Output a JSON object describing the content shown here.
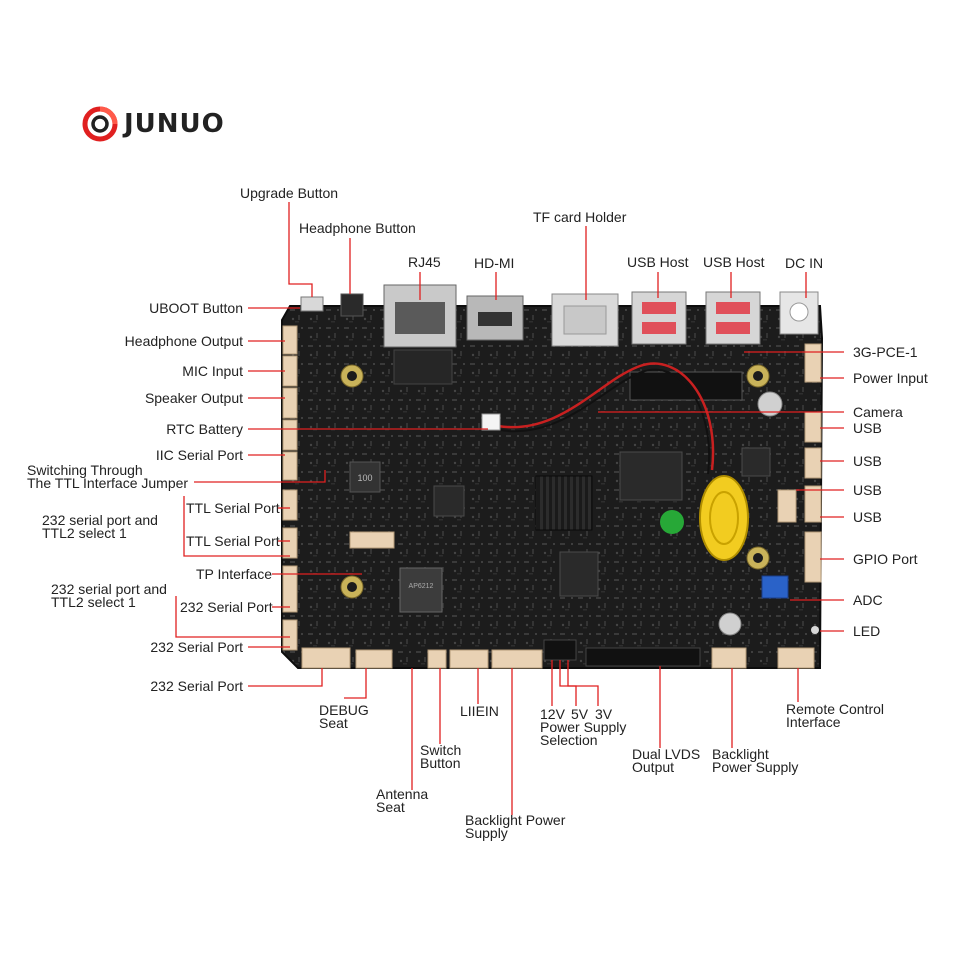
{
  "brand": {
    "name": "JUNUO",
    "accent": "#e02020"
  },
  "colors": {
    "leader": "#e02020",
    "board": "#1c1c1c",
    "connector": "#e9d2b4",
    "battery": "#f2cc20"
  },
  "labels": {
    "upgrade_button": "Upgrade Button",
    "headphone_button": "Headphone Button",
    "tf_card_holder": "TF card Holder",
    "rj45": "RJ45",
    "hdmi": "HD-MI",
    "usb_host_1": "USB Host",
    "usb_host_2": "USB Host",
    "dc_in": "DC IN",
    "uboot_button": "UBOOT Button",
    "headphone_output": "Headphone Output",
    "mic_input": "MIC Input",
    "speaker_output": "Speaker Output",
    "rtc_battery": "RTC Battery",
    "iic_serial_port": "IIC Serial Port",
    "switching_jumper": "Switching Through\nThe TTL Interface Jumper",
    "ttl_serial_port_1": "TTL Serial Port",
    "ttl_serial_port_2": "TTL Serial Port",
    "serial_232_ttl2_a": "232 serial port and\nTTL2 select 1",
    "tp_interface": "TP Interface",
    "serial_232_ttl2_b": "232 serial port and\nTTL2 select 1",
    "serial_232_port_1": "232 Serial Port",
    "serial_232_port_2": "232 Serial Port",
    "serial_232_port_3": "232 Serial Port",
    "pce_3g": "3G-PCE-1",
    "power_input": "Power Input",
    "camera": "Camera",
    "usb_1": "USB",
    "usb_2": "USB",
    "usb_3": "USB",
    "usb_4": "USB",
    "gpio_port": "GPIO Port",
    "adc": "ADC",
    "led": "LED",
    "debug_seat": "DEBUG\nSeat",
    "antenna_seat": "Antenna\nSeat",
    "switch_button": "Switch\nButton",
    "liiein": "LIIEIN",
    "backlight_power_supply_bottom": "Backlight Power\nSupply",
    "power_supply_selection": "Power Supply\nSelection",
    "v12": "12V",
    "v5": "5V",
    "v3": "3V",
    "dual_lvds_output": "Dual LVDS\nOutput",
    "backlight_power_supply_right": "Backlight\nPower Supply",
    "remote_control_interface": "Remote Control\nInterface"
  },
  "chip_markings": {
    "inductor": "100",
    "wifi_module": "AP6212"
  }
}
